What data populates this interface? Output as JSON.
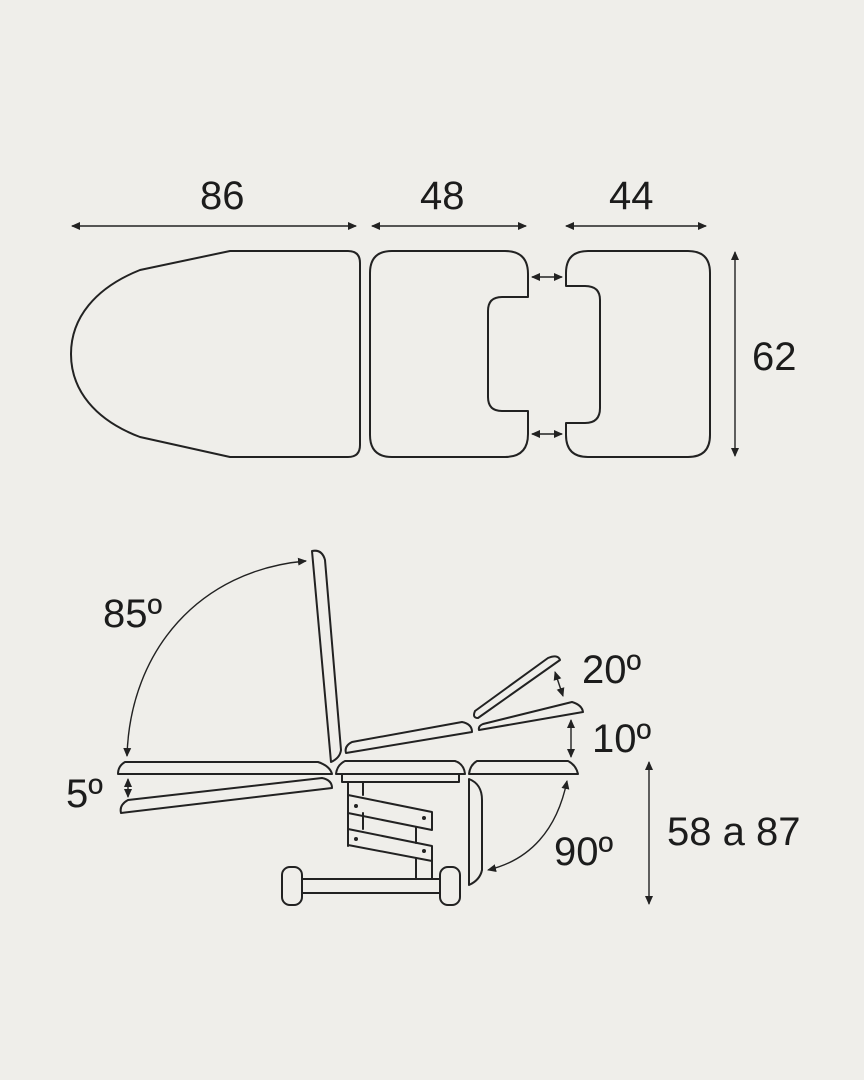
{
  "top_view": {
    "dimensions": {
      "head_section_length": "86",
      "middle_section_length": "48",
      "foot_section_length": "44",
      "width": "62"
    }
  },
  "side_view": {
    "angles": {
      "backrest": "85º",
      "head_tilt": "5º",
      "leg_rest_raise": "20º",
      "seat_tilt": "10º",
      "foot_drop": "90º"
    },
    "height_range": "58 a 87"
  },
  "colors": {
    "background": "#efeeea",
    "line": "#222222"
  }
}
